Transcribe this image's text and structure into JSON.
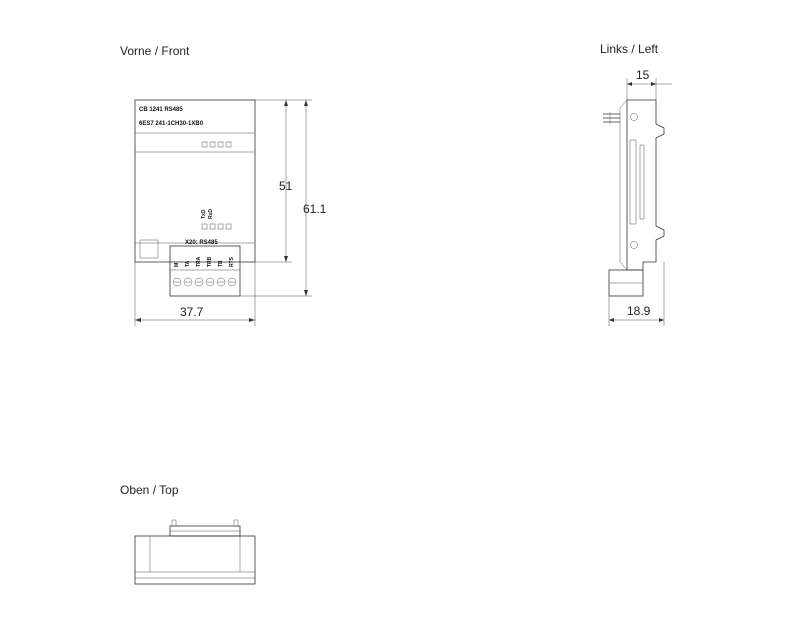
{
  "views": {
    "front": {
      "title": "Vorne / Front",
      "model": "CB 1241 RS485",
      "order_number": "6ES7 241-1CH30-1XB0",
      "led_labels": [
        "TxD",
        "RxD"
      ],
      "connector_label": "X20: RS485",
      "terminals": [
        "M",
        "TA",
        "TRA",
        "TRB",
        "TB",
        "RTS"
      ],
      "dim_inner_height": "51",
      "dim_total_height": "61.1",
      "dim_width": "37.7"
    },
    "left": {
      "title": "Links / Left",
      "dim_top_width": "15",
      "dim_bottom_width": "18.9"
    },
    "top": {
      "title": "Oben / Top"
    }
  }
}
